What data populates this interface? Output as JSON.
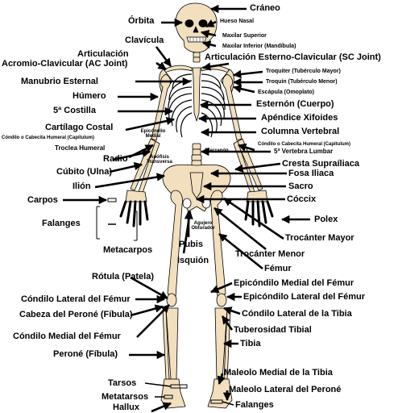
{
  "colors": {
    "bone": "#f2dfbe",
    "outline": "#000000",
    "background": "#ffffff"
  },
  "labels": {
    "craneo": "Cráneo",
    "hueso_nasal": "Hueso Nasal",
    "orbita": "Órbita",
    "clavicula": "Clavícula",
    "maxilar_superior": "Maxilar Superior",
    "maxilar_inferior": "Maxilar Inferior (Mandíbula)",
    "articulacion": "Articulación",
    "ac_joint": "Acromio-Clavicular (AC Joint)",
    "sc_joint": "Articulación Esterno-Clavicular (SC Joint)",
    "manubrio": "Manubrio Esternal",
    "troquiter": "Troquiter (Tubérculo Mayor)",
    "troquin": "Troquín (Tubérculo Menor)",
    "escapula": "Escápula (Omoplato)",
    "humero": "Húmero",
    "costilla": "5ª Costilla",
    "esternon": "Esternón (Cuerpo)",
    "cartilago": "Cartílago Costal",
    "xifoides": "Apéndice Xifoides",
    "epicondilo_medial": "Epicóndilo Medial",
    "columna": "Columna Vertebral",
    "condilo_humeral_izq": "Cóndilo o Cabecita Humeral (Capitulum)",
    "condilo_humeral_der": "Cóndilo o Cabecita Humeral (Capitulum)",
    "troclea": "Troclea Humeral",
    "olecranon": "Olecranón",
    "vertebra_lumbar": "5ª Vertebra Lumbar",
    "radio": "Radio",
    "apofisis": "Apófisis Transversa",
    "cresta": "Cresta Supraíliaca",
    "cubito": "Cúbito (Ulna)",
    "fosa": "Fosa Iliaca",
    "ilion": "Ilión",
    "sacro": "Sacro",
    "carpos": "Carpos",
    "coccix": "Cóccix",
    "falanges_mano": "Falanges",
    "agujero": "Agujero Obturador",
    "polex": "Polex",
    "trocanter_mayor": "Trocánter Mayor",
    "metacarpos": "Metacarpos",
    "pubis": "Pubis",
    "trocanter_menor": "Trocánter Menor",
    "isquion": "Isquión",
    "femur": "Fémur",
    "rotula": "Rótula (Patela)",
    "epicondilo_medial_femur": "Epicóndilo Medial del Fémur",
    "condilo_lateral_femur": "Cóndilo Lateral del Fémur",
    "epicondilo_lateral_femur": "Epicóndilo Lateral del Fémur",
    "cabeza_perone": "Cabeza del Peroné (Fíbula)",
    "condilo_lateral_tibia": "Cóndilo Lateral de la Tibia",
    "tuberosidad": "Tuberosidad Tibial",
    "condilo_medial_femur": "Cóndilo Medial del Fémur",
    "tibia": "Tibia",
    "perone": "Peroné (Fíbula)",
    "maleolo_medial": "Maleolo Medial de la Tibia",
    "tarsos": "Tarsos",
    "maleolo_lateral": "Maleolo Lateral del Peroné",
    "metatarsos": "Metatarsos",
    "falanges_pie": "Falanges",
    "hallux": "Hallux"
  }
}
